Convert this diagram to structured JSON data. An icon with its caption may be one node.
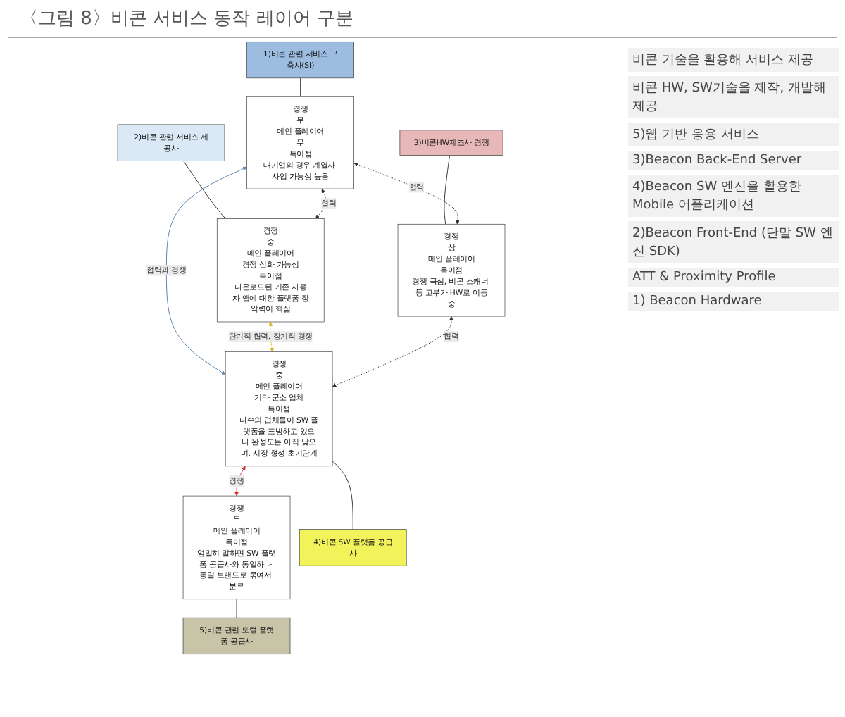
{
  "diagram": {
    "title": "〈그림 8〉비콘 서비스 동작 레이어 구분",
    "nodes": [
      {
        "text": [
          "경쟁",
          "중",
          "메인 플레이어",
          "기타 군소 업체",
          "특이점",
          "다수의 업체들이 SW 플랫폼을 표방하고 있으나 완성도는 아직 낮으며, 시장 형성 초기단계"
        ]
      },
      {
        "text": [
          "경쟁",
          "무",
          "메인 플레이어",
          "특이점",
          "엄밀히 말하면 SW 플랫폼 공급사와 동일하나 동일 브랜드로 묶여서 분류"
        ]
      },
      {
        "text": [
          "1)비콘 관련 서비스 구축사(SI)"
        ]
      },
      {
        "text": [
          "2)비콘 관련 서비스 제공사"
        ]
      },
      {
        "text": [
          "3)비콘HW제조사 경쟁"
        ]
      },
      {
        "text": [
          "4)비콘 SW 플랫폼 공급사"
        ]
      },
      {
        "text": [
          "5)비콘 관련 토털 플랫폼 공급사"
        ]
      },
      {
        "text": [
          "경쟁",
          "무",
          "메인 플레이어",
          "무",
          "특이점",
          "대기업의 경우 계열사 사업 가능성 높음"
        ]
      },
      {
        "text": [
          "경쟁",
          "중",
          "메인 플레이어",
          "경쟁 심화 가능성",
          "특이점",
          "다운로드된 기존 사용자 앱에 대한 플랫폼 장악력이 핵심"
        ]
      },
      {
        "text": [
          "경쟁",
          "상",
          "메인 플레이어",
          "특이점",
          "경쟁 극심, 비콘 스캐너 등 고부가 HW로 이동중"
        ]
      }
    ],
    "edges": [
      {
        "from": 7,
        "to": 0,
        "arrow": "both",
        "label": "협력과 경쟁",
        "color": "#5b84b1"
      },
      {
        "from": 0,
        "to": 1,
        "arrow": "both",
        "label": "경쟁",
        "color": "#d0342c"
      },
      {
        "from": 0,
        "to": 5,
        "arrow": "none"
      },
      {
        "from": 1,
        "to": 6,
        "arrow": "none"
      },
      {
        "from": 2,
        "to": 7,
        "arrow": "none"
      },
      {
        "from": 3,
        "to": 8,
        "arrow": "none"
      },
      {
        "from": 4,
        "to": 9,
        "arrow": "none"
      },
      {
        "from": 8,
        "to": 0,
        "arrow": "both",
        "label": "단기적 협력, 장기적 경쟁",
        "style": "dashed",
        "color": "#e0b000"
      },
      {
        "from": 9,
        "to": 0,
        "arrow": "both",
        "label": "협력",
        "style": "dashed"
      },
      {
        "from": 7,
        "to": 8,
        "arrow": "both",
        "label": "협력",
        "style": "dashed"
      },
      {
        "from": 7,
        "to": 9,
        "arrow": "both",
        "label": "협력",
        "style": "dashed"
      }
    ],
    "labels": [
      "비콘 기술을 활용해 서비스 제공",
      "비콘 HW, SW기술을 제작, 개발해 제공",
      "5)웹 기반 응용 서비스",
      "3)Beacon Back-End Server",
      "4)Beacon SW 엔진을 활용한 Mobile 어플리케이션",
      "2)Beacon Front-End (단말 SW 엔진 SDK)",
      "ATT & Proximity Profile",
      "1) Beacon Hardware"
    ]
  }
}
